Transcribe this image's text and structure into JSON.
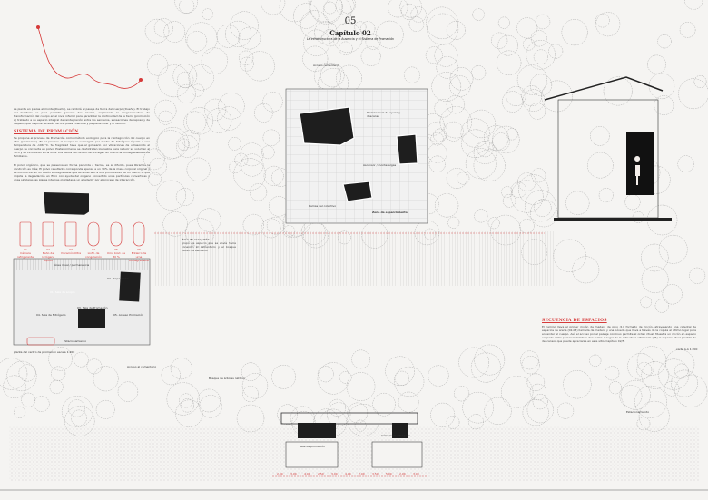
{
  "header": {
    "number": "05",
    "title": "Capítulo 02",
    "subtitle": "La infraestructura de la Ausencia y el Sistema de Promación"
  },
  "intro": {
    "text": "se pierde en piezas el monte (Dueño), se recibirá el pasaje de tierra del cuerpo (Dueño). El trabajo del territorio es para permitir generar dos niveles, explorando la megaestructura de transformación del cuerpo en el nivel inferior para garantizar la continuidad de la tierra (promoción 2) tratando a su espacio integral de reintegración entre los senderos, sensaciones de reposo y de respeto, que dispone también de una plaza colectiva y pequeña alzar y el retorno."
  },
  "promacion": {
    "heading": "SISTEMA DE PROMACIÓN",
    "p1": "Se propone el proceso de Promación como método ecológico para la reintegración del cuerpo en sitio (promoción). En el proceso el cuerpo es sumergido por medio de hidrógeno líquido a una temperatura de -196 °C. Su fragilidad hace que al golpearlo por vibraciones de ultrasonido el cuerpo se convierta en polvo. Posteriormente se deshidratan los restos para reducir su volumen al 30% y se introducen en la urna. Los restos del difunto se entregan en una urna biodegradable a los familiares.",
    "p2": "El polvo orgánico, que se preserva en forma parecida a tierras, es al difunto, pues libramos la condición es más; El polvo resultante corresponde apenas a un 30% de la masa corporal original y es introducido en un ataúd biodegradable que es enterrado a una profundidad de un metro, lo que impide la degradación en filtro con ayuda del oxígeno convertido unas partículas convertidas y unas similares las plazas internas olvidadas a un alrededor por el proceso de interacción.",
    "icons": [
      {
        "num": "01",
        "label": "Cámara refrigerante",
        "icon": "cooling-chamber-icon"
      },
      {
        "num": "02",
        "label": "Baño de nitrógeno líquido",
        "icon": "nitrogen-bath-icon"
      },
      {
        "num": "03",
        "label": "Vibración Ultra",
        "icon": "vibration-icon"
      },
      {
        "num": "04",
        "label": "Liofil. de congelación",
        "icon": "freeze-dry-icon"
      },
      {
        "num": "05",
        "label": "Urna biod. de 30 %",
        "icon": "urn-icon"
      },
      {
        "num": "06",
        "label": "Entierro de urna biodegradable",
        "icon": "burial-icon"
      }
    ]
  },
  "left_plan": {
    "labels": [
      "Área ritual / permanencia",
      "01. Sala de acopio",
      "02. Preparación",
      "03. Sala de Promación",
      "04. Sala de Nitrógeno",
      "05. Acceso Promación",
      "Estacionamiento"
    ],
    "caption": "planta del centro de promación escala 1:200"
  },
  "center_plan": {
    "labels": [
      "Permanencia de ayuno y descanso",
      "Acceso cementerio",
      "Ascensor / montacargas",
      "Ramas del colectivo"
    ],
    "note_title": "Zona de esparcimiento",
    "note_left_title": "Área de recepción",
    "note_left": "grupo de espacio que se envía hacia conexión el cementerio y el bosque nativo de senderos"
  },
  "right_section": {
    "heading": "SECUENCIA DE ESPACIOS",
    "text": "El camino lleva al primer rincón de madera de pino (1), formado de rincón, atravesando una catedral de espacios de arena (02-03) llamada de madera y una bóveda que lleva a través de la cúpula al último lugar para encender el cuerpo. Así, el acceso por el paisaje continuo permite el orden ritual. Muestra un rincón en espacio ocupado entre personas también dan forma al lugar de la estructura ultimando (05) el espacio ritual perdido de descansos que puede apreciarse en este sitio. Capítulo 02/5.",
    "scale": "corte A-A 1:200"
  },
  "bottom_section": {
    "labels": [
      "Acceso al cementerio",
      "Bosque de árboles nativos",
      "Sala de promación",
      "Cámara de nitrógeno",
      "Estacionamiento"
    ],
    "dimensions": [
      "2.00",
      "3.00",
      "4.00",
      "2.50",
      "3.00",
      "4.00",
      "2.00",
      "3.50",
      "5.00",
      "2.00",
      "3.00"
    ]
  },
  "colors": {
    "accent": "#d63a3a",
    "ink": "#1e1e1e",
    "paper": "#f5f4f2"
  }
}
